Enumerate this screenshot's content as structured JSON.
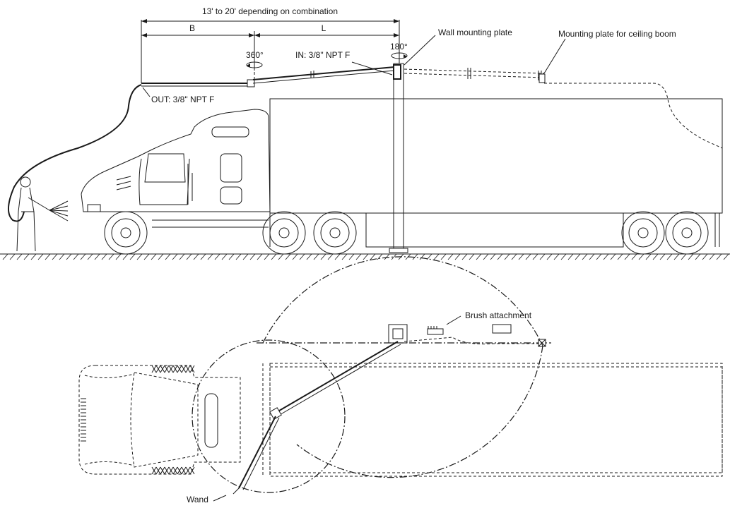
{
  "dimension": {
    "overall_length": "13' to 20' depending on combination",
    "segment_b": "B",
    "segment_l": "L"
  },
  "callouts": {
    "rotation_360": "360°",
    "rotation_180": "180°",
    "inlet": "IN: 3/8\" NPT F",
    "outlet": "OUT: 3/8\" NPT F",
    "wall_plate": "Wall mounting plate",
    "ceiling_plate": "Mounting plate for ceiling boom",
    "brush": "Brush attachment",
    "wand": "Wand"
  }
}
